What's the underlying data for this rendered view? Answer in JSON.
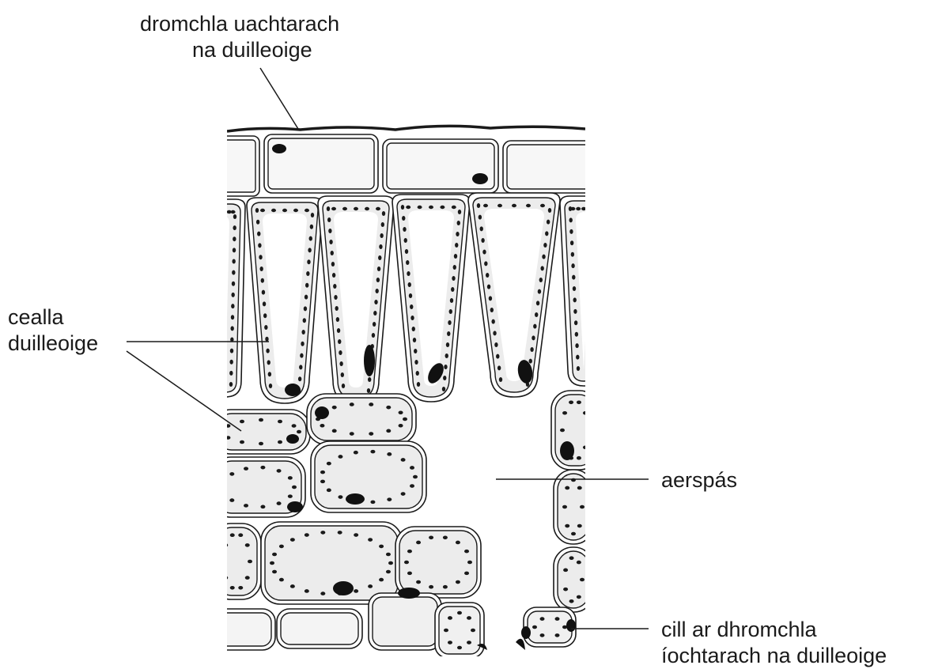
{
  "labels": {
    "upper_surface": {
      "line1": "dromchla uachtarach",
      "line2": "na duilleoige"
    },
    "leaf_cells": {
      "line1": "cealla",
      "line2": "duilleoige"
    },
    "air_space": "aerspás",
    "lower_surface_cell": {
      "line1": "cill ar dhromchla",
      "line2": "íochtarach na duilleoige"
    }
  },
  "colors": {
    "ink": "#1a1a1a",
    "cytoplasm": "#ececec",
    "nucleus": "#111111"
  }
}
